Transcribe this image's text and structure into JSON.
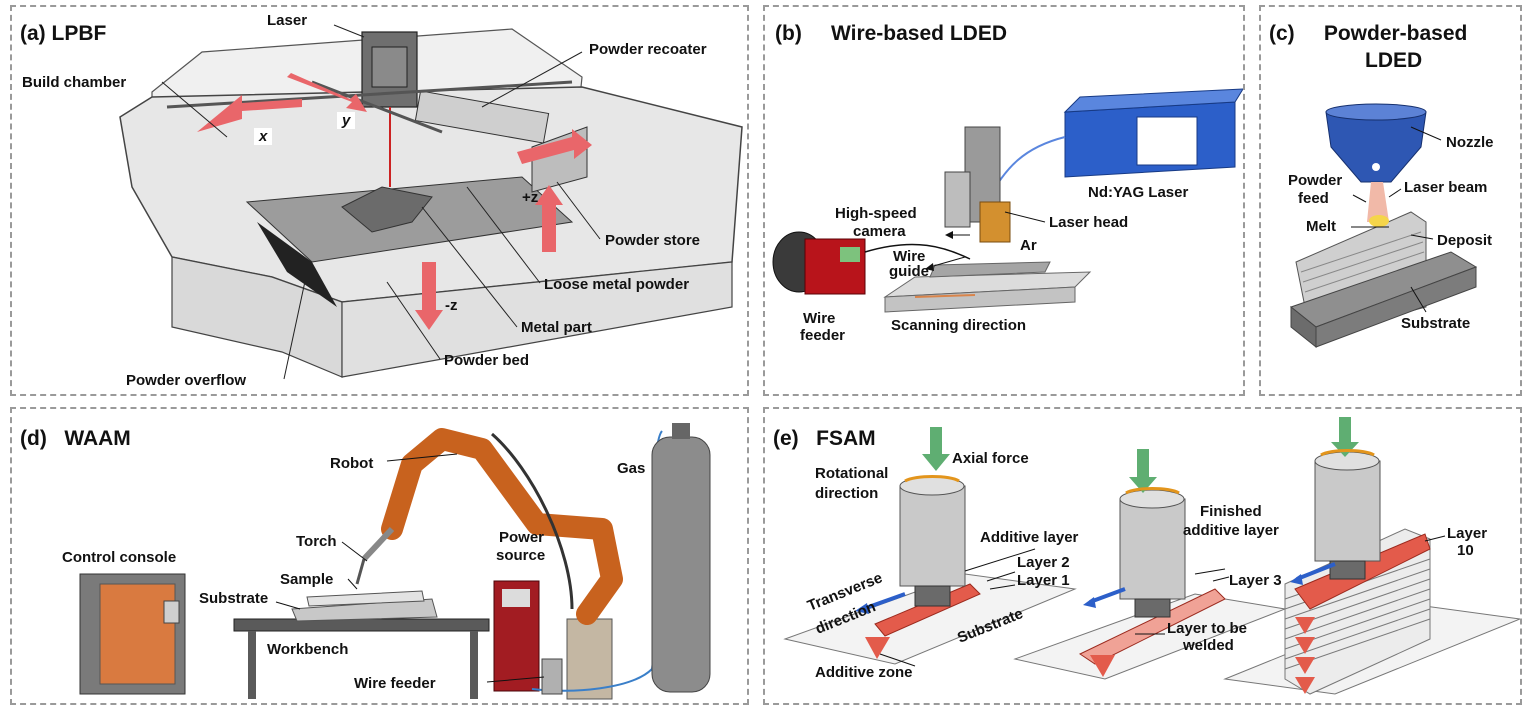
{
  "panels": {
    "a": {
      "title": "(a)  LPBF",
      "labels": {
        "laser": "Laser",
        "powder_recoater": "Powder recoater",
        "build_chamber": "Build chamber",
        "x_axis": "x",
        "y_axis": "y",
        "plus_z": "+z",
        "minus_z": "-z",
        "powder_store": "Powder store",
        "loose_metal_powder": "Loose metal powder",
        "metal_part": "Metal part",
        "powder_bed": "Powder bed",
        "powder_overflow": "Powder overflow"
      }
    },
    "b": {
      "title": "(b)     Wire-based LDED",
      "labels": {
        "nd_yag_laser": "Nd:YAG Laser",
        "high_speed_camera_line1": "High-speed",
        "high_speed_camera_line2": "camera",
        "laser_head": "Laser head",
        "ar": "Ar",
        "wire_guide_line1": "Wire",
        "wire_guide_line2": "guide",
        "wire_feeder_line1": "Wire",
        "wire_feeder_line2": "feeder",
        "scanning_direction": "Scanning direction"
      }
    },
    "c": {
      "title_line1": "(c)     Powder-based",
      "title_line2": "LDED",
      "labels": {
        "nozzle": "Nozzle",
        "powder_feed_line1": "Powder",
        "powder_feed_line2": "feed",
        "laser_beam": "Laser beam",
        "melt": "Melt",
        "deposit": "Deposit",
        "substrate": "Substrate"
      }
    },
    "d": {
      "title": "(d)   WAAM",
      "labels": {
        "robot": "Robot",
        "gas": "Gas",
        "control_console": "Control console",
        "torch": "Torch",
        "power_source_line1": "Power",
        "power_source_line2": "source",
        "sample": "Sample",
        "substrate": "Substrate",
        "workbench": "Workbench",
        "wire_feeder": "Wire feeder"
      }
    },
    "e": {
      "title": "(e)   FSAM",
      "labels": {
        "axial_force": "Axial force",
        "rotational_direction_line1": "Rotational",
        "rotational_direction_line2": "direction",
        "additive_layer": "Additive layer",
        "finished_additive_layer_line1": "Finished",
        "finished_additive_layer_line2": "additive layer",
        "layer_2": "Layer 2",
        "layer_1": "Layer 1",
        "layer_3": "Layer 3",
        "layer_10_line1": "Layer",
        "layer_10_line2": "10",
        "transverse_direction_line1": "Transverse",
        "transverse_direction_line2": "direction",
        "substrate": "Substrate",
        "layer_to_be_welded_line1": "Layer to be",
        "layer_to_be_welded_line2": "welded",
        "additive_zone": "Additive zone"
      }
    }
  },
  "colors": {
    "panel_border": "#9a9a9a",
    "arrow_red": "#e9666a",
    "robot_orange": "#c8621e",
    "laser_blue": "#2c5fc9",
    "force_green": "#5fae72",
    "deposit_red": "#e35b4b"
  }
}
